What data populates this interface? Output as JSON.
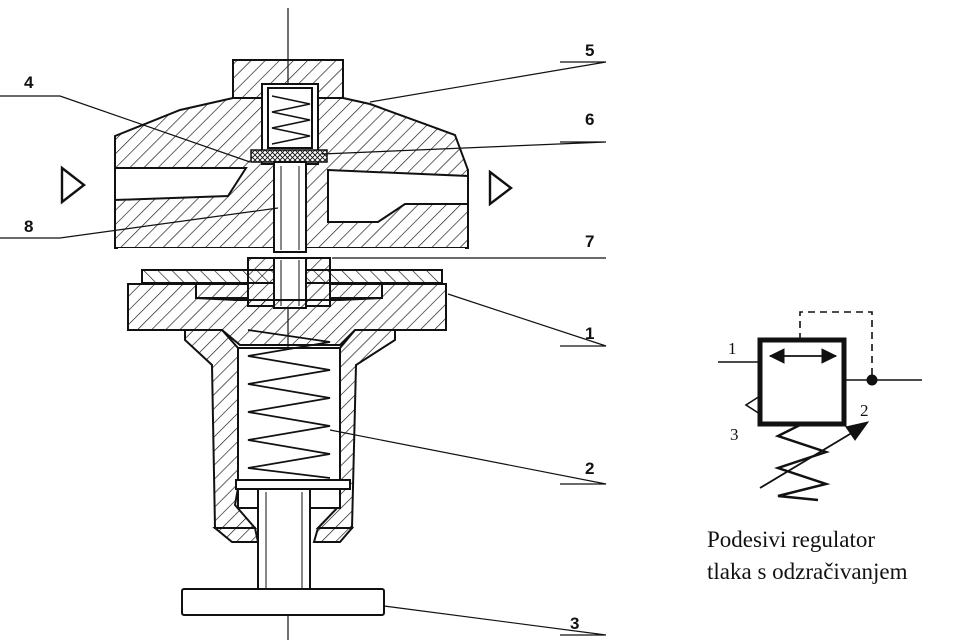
{
  "drawing": {
    "callouts": [
      "1",
      "2",
      "3",
      "4",
      "5",
      "6",
      "7",
      "8"
    ]
  },
  "symbol": {
    "port_in": "1",
    "port_out": "2",
    "port_exhaust": "3"
  },
  "caption": {
    "line1": "Podesivi regulator",
    "line2": "tlaka s odzračivanjem"
  },
  "colors": {
    "ink": "#111111",
    "paper": "#ffffff"
  }
}
